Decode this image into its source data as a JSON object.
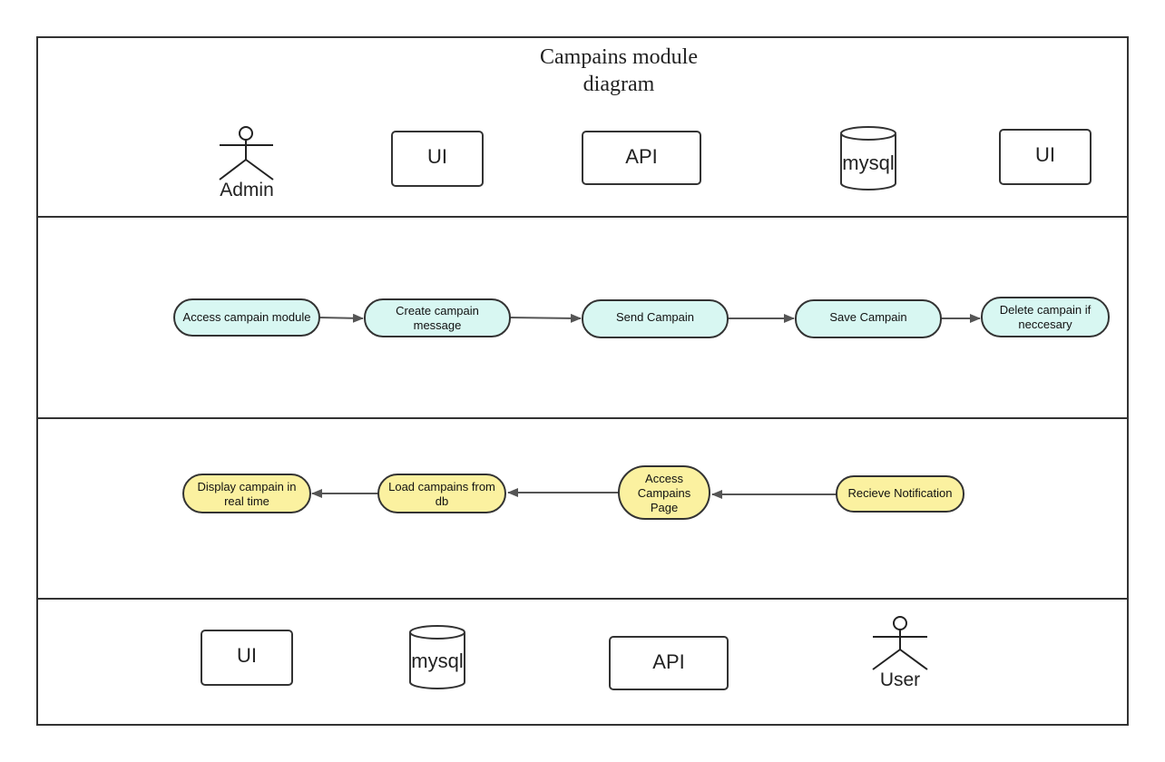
{
  "diagram": {
    "title_line1": "Campains module",
    "title_line2": "diagram",
    "top_lane": {
      "actor": "Admin",
      "box1": "UI",
      "box2": "API",
      "db": "mysql",
      "box3": "UI"
    },
    "admin_flow": {
      "step1": "Access campain module",
      "step2_line1": "Create campain",
      "step2_line2": "message",
      "step3": "Send Campain",
      "step4": "Save Campain",
      "step5_line1": "Delete campain if",
      "step5_line2": "neccesary"
    },
    "user_flow": {
      "step1": "Recieve Notification",
      "step2_line1": "Access",
      "step2_line2": "Campains",
      "step2_line3": "Page",
      "step3_line1": "Load campains from",
      "step3_line2": "db",
      "step4_line1": "Display campain in",
      "step4_line2": "real time"
    },
    "bottom_lane": {
      "box1": "UI",
      "db": "mysql",
      "box2": "API",
      "actor": "User"
    },
    "colors": {
      "admin_node_fill": "#d8f7f2",
      "user_node_fill": "#fbf1a0",
      "stroke": "#333333",
      "arrow": "#555555"
    }
  }
}
